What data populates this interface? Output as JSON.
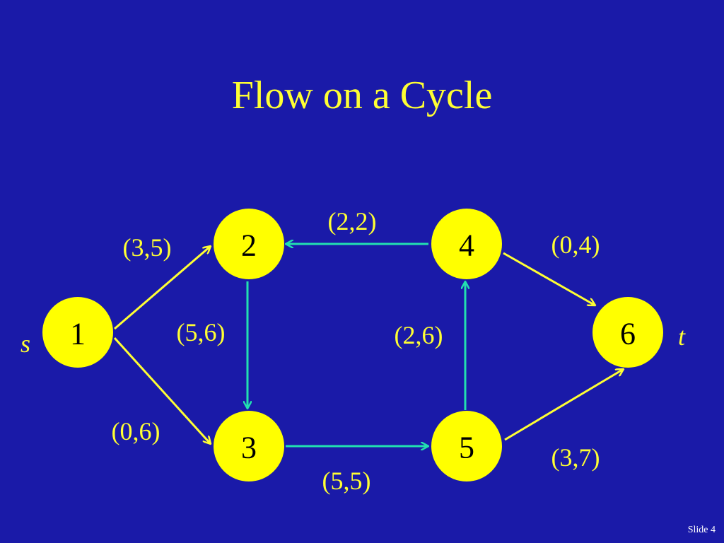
{
  "title": "Flow on a Cycle",
  "slide_number": "Slide 4",
  "colors": {
    "background": "#1a1aa8",
    "node_fill": "#ffff00",
    "text_yellow": "#ffff33",
    "edge_yellow": "#ffff33",
    "edge_cyan": "#22e0b0"
  },
  "nodes": {
    "n1": "1",
    "n2": "2",
    "n3": "3",
    "n4": "4",
    "n5": "5",
    "n6": "6"
  },
  "terminals": {
    "source": "s",
    "sink": "t"
  },
  "edges": {
    "e12": "(3,5)",
    "e13": "(0,6)",
    "e23": "(5,6)",
    "e42": "(2,2)",
    "e35": "(5,5)",
    "e54": "(2,6)",
    "e46": "(0,4)",
    "e56": "(3,7)"
  }
}
